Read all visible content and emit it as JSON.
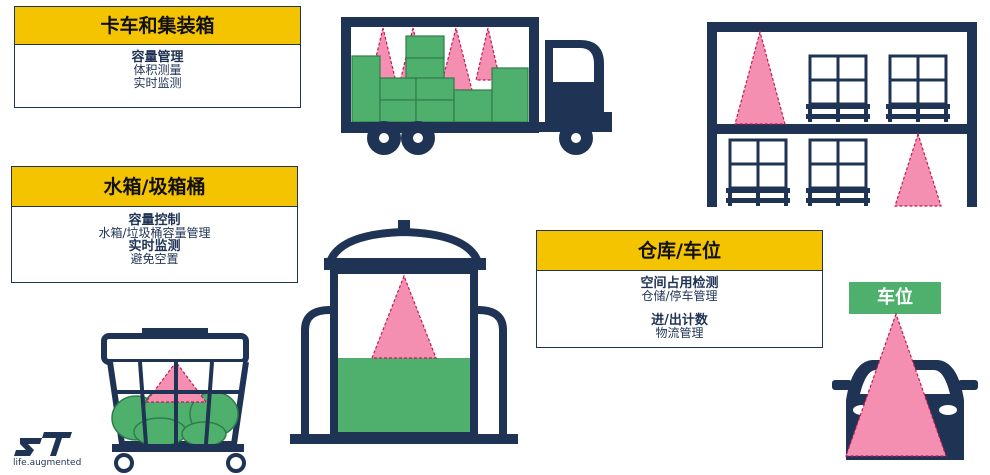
{
  "cards": {
    "truck": {
      "title": "卡车和集装箱",
      "lines": [
        "容量管理",
        "体积测量",
        "实时监测"
      ]
    },
    "tank": {
      "title": "水箱/圾箱桶",
      "lines": [
        "容量控制",
        "水箱/垃圾桶容量管理",
        "实时监测",
        "避免空置"
      ]
    },
    "warehouse": {
      "title": "仓库/车位",
      "lines": [
        "空间占用检测",
        "仓储/停车管理",
        "进/出计数",
        "物流管理"
      ]
    }
  },
  "parking_tag": "车位",
  "logo": {
    "tagline": "life.augmented"
  },
  "colors": {
    "navy": "#1f3354",
    "yellow": "#f5c400",
    "green": "#4fb06d",
    "pink": "#f48fb1"
  }
}
